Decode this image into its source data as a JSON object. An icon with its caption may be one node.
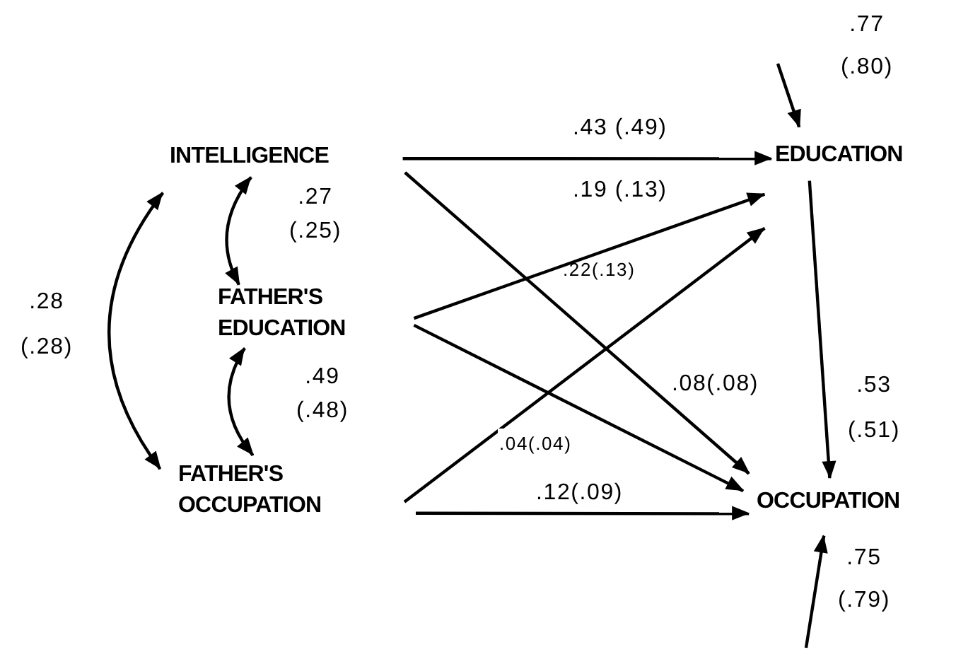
{
  "diagram": {
    "nodes": [
      {
        "text": [
          "INTELLIGENCE"
        ]
      },
      {
        "text": [
          "FATHER'S EDUCATION"
        ]
      },
      {
        "text": [
          "FATHER'S OCCUPATION"
        ]
      },
      {
        "text": [
          "EDUCATION"
        ]
      },
      {
        "text": [
          "OCCUPATION"
        ]
      }
    ],
    "edges": [
      {
        "from": 0,
        "to": 3,
        "arrow": "to",
        "label": ".43 (.49)"
      },
      {
        "from": 1,
        "to": 3,
        "arrow": "to",
        "label": ".19 (.13)"
      },
      {
        "from": 0,
        "to": 4,
        "arrow": "to",
        "label": ".08(.08)"
      },
      {
        "from": 2,
        "to": 3,
        "arrow": "to",
        "label": ".04(.04)"
      },
      {
        "from": 1,
        "to": 4,
        "arrow": "to"
      },
      {
        "from": 2,
        "to": 4,
        "arrow": "to",
        "label": ".12(.09)"
      },
      {
        "from": 3,
        "to": 4,
        "arrow": "to",
        "label": ".53 (.51)"
      },
      {
        "from": 0,
        "to": 1,
        "arrow": "both",
        "label": ".27 (.25)"
      },
      {
        "from": 1,
        "to": 2,
        "arrow": "both",
        "label": ".49 (.48)"
      },
      {
        "from": 0,
        "to": 2,
        "arrow": "both",
        "label": ".28 (.28)"
      },
      {
        "from": null,
        "to": 3,
        "arrow": "to",
        "label": ".77 (.80)"
      },
      {
        "from": null,
        "to": 4,
        "arrow": "to",
        "label": ".75 (.79)"
      }
    ],
    "labels": [
      ".22(.13)"
    ]
  }
}
